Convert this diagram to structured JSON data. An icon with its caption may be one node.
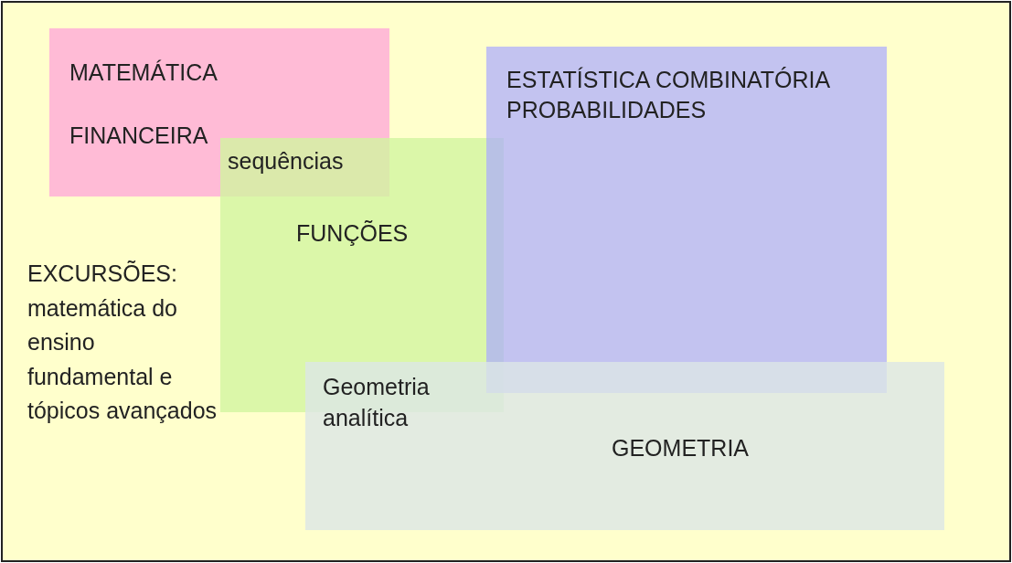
{
  "diagram": {
    "nodes": [
      {
        "text": [
          "EXCURSÕES: matemática do ensino fundamental e tópicos avançados"
        ]
      },
      {
        "text": [
          "MATEMÁTICA FINANCEIRA"
        ],
        "in": 0
      },
      {
        "text": [
          "FUNÇÕES"
        ],
        "in": 0
      },
      {
        "text": [
          "ESTATÍSTICA COMBINATÓRIA PROBABILIDADES"
        ],
        "in": 0
      },
      {
        "text": [
          "GEOMETRIA"
        ],
        "in": 0
      }
    ],
    "edges": [],
    "labels": [
      "sequências",
      "Geometria analítica"
    ]
  }
}
